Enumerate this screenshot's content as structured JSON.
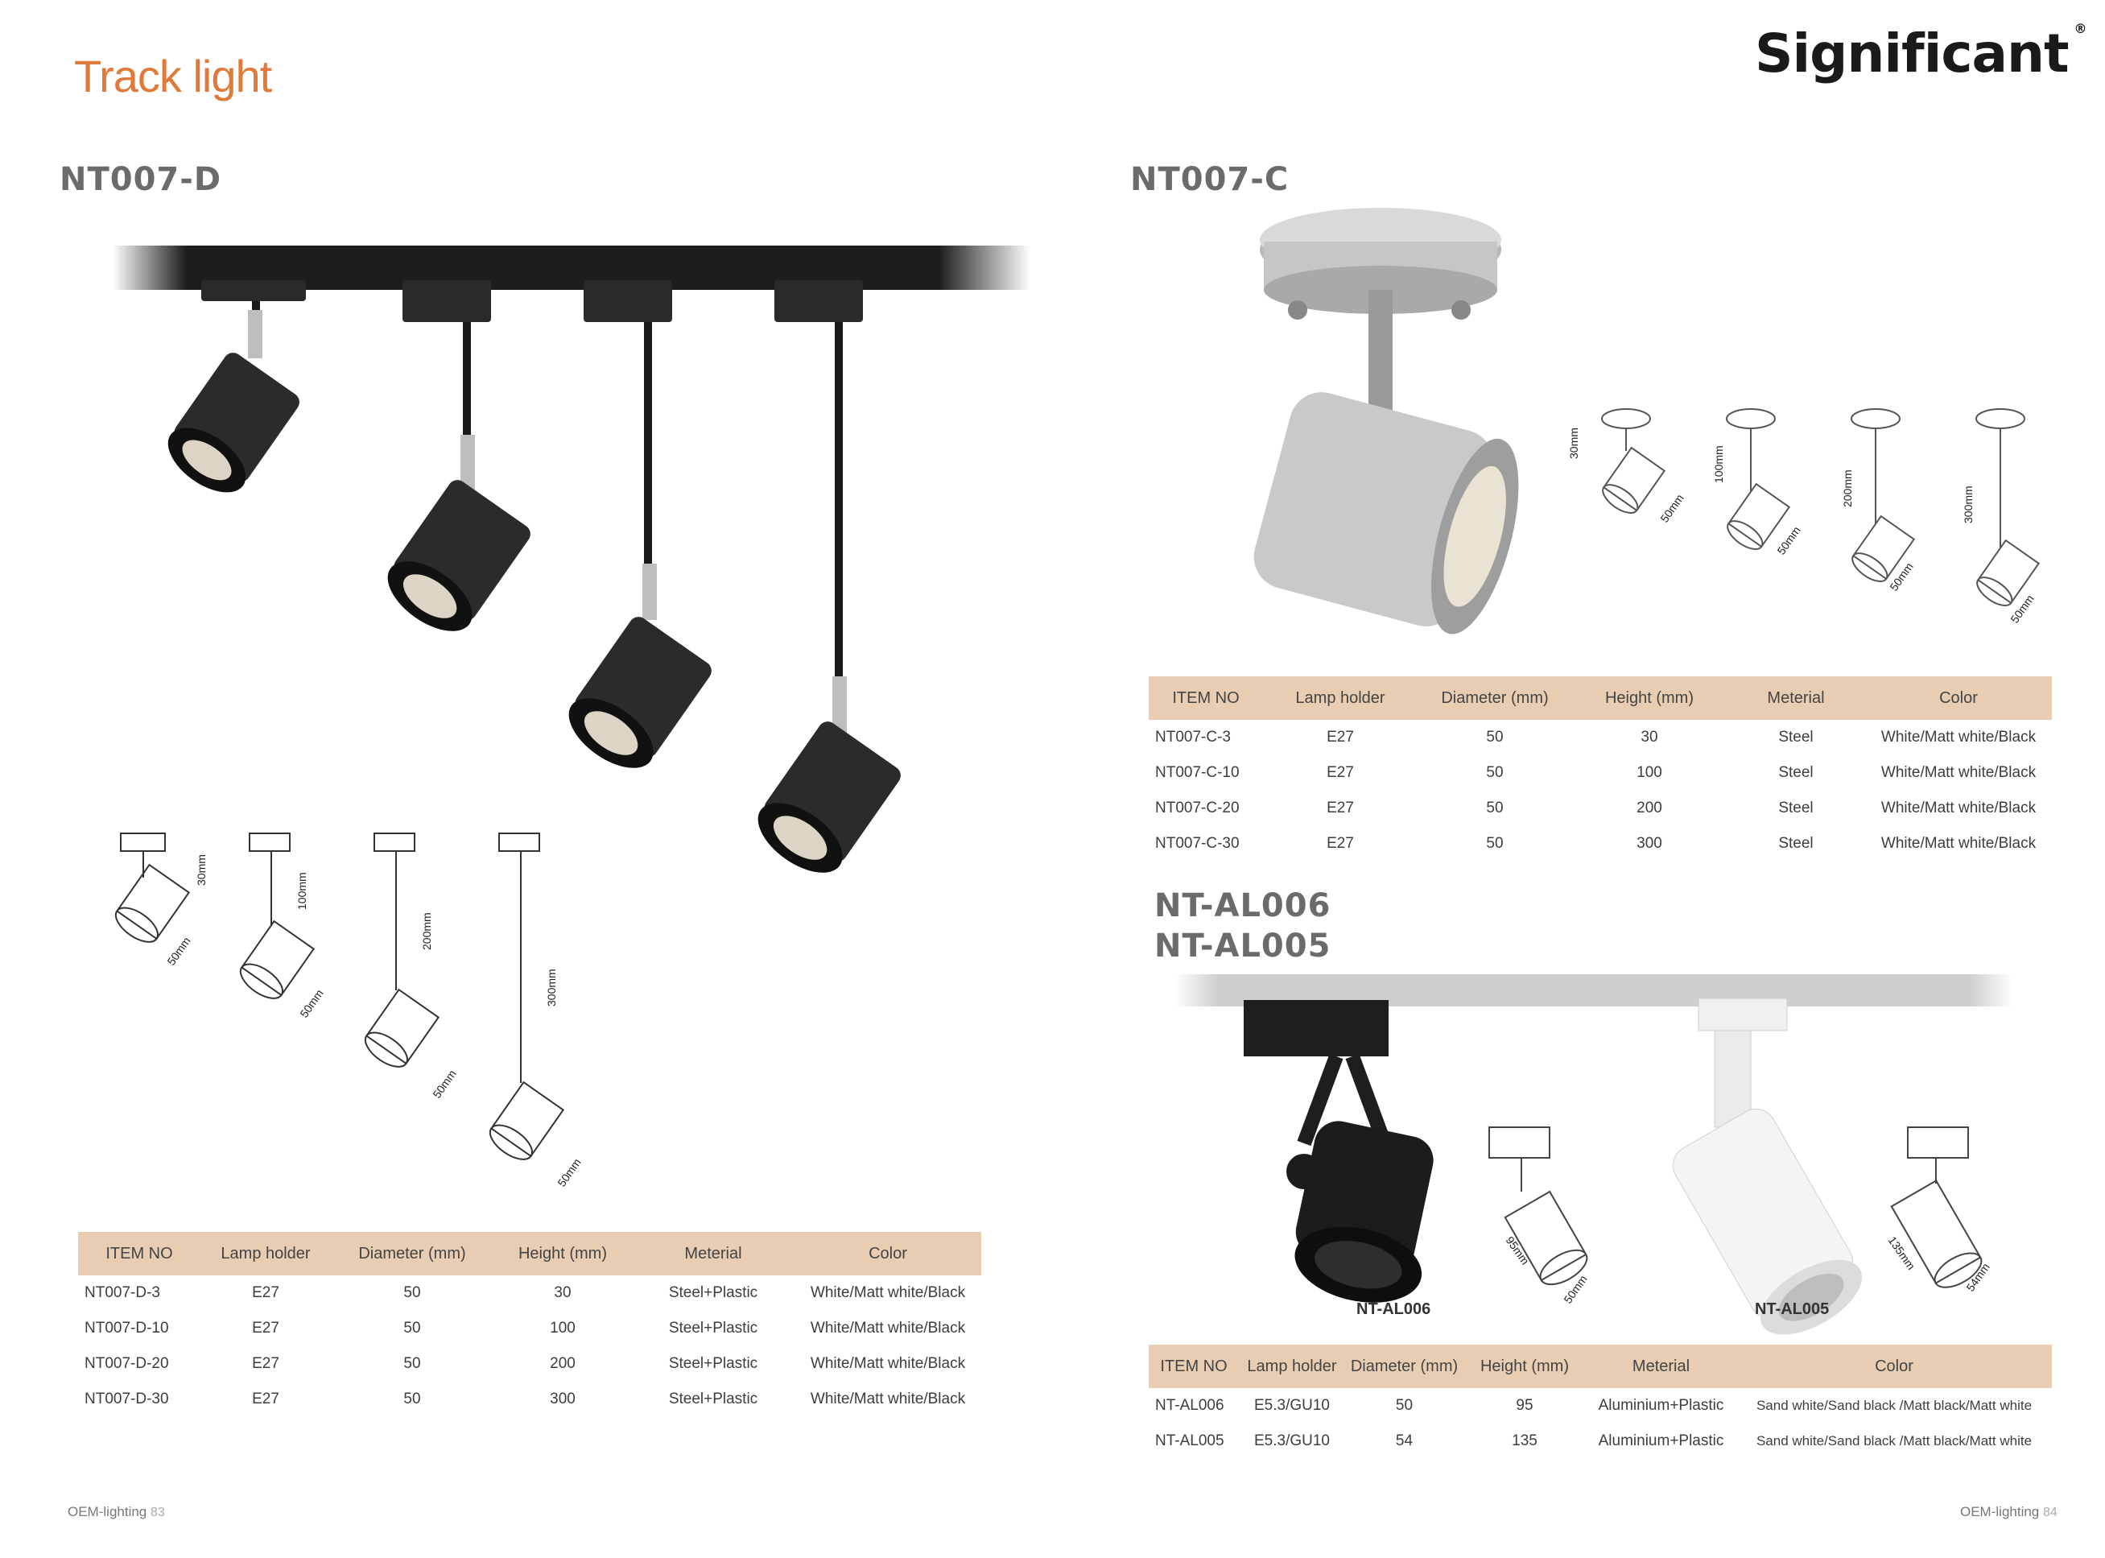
{
  "header": {
    "section_title": "Track light",
    "brand": "Significant",
    "brand_mark": "®"
  },
  "products": {
    "d": {
      "model": "NT007-D"
    },
    "c": {
      "model": "NT007-C"
    },
    "al": {
      "model_1": "NT-AL006",
      "model_2": "NT-AL005",
      "caption_1": "NT-AL006",
      "caption_2": "NT-AL005"
    }
  },
  "dimensions": {
    "d": [
      "30mm",
      "50mm",
      "100mm",
      "50mm",
      "200mm",
      "50mm",
      "300mm",
      "50mm"
    ],
    "c": [
      "30mm",
      "50mm",
      "100mm",
      "50mm",
      "200mm",
      "50mm",
      "300mm",
      "50mm"
    ],
    "al": [
      "95mm",
      "50mm",
      "135mm",
      "54mm"
    ]
  },
  "table_d": {
    "headers": [
      "ITEM NO",
      "Lamp holder",
      "Diameter (mm)",
      "Height (mm)",
      "Meterial",
      "Color"
    ],
    "rows": [
      [
        "NT007-D-3",
        "E27",
        "50",
        "30",
        "Steel+Plastic",
        "White/Matt white/Black"
      ],
      [
        "NT007-D-10",
        "E27",
        "50",
        "100",
        "Steel+Plastic",
        "White/Matt white/Black"
      ],
      [
        "NT007-D-20",
        "E27",
        "50",
        "200",
        "Steel+Plastic",
        "White/Matt white/Black"
      ],
      [
        "NT007-D-30",
        "E27",
        "50",
        "300",
        "Steel+Plastic",
        "White/Matt white/Black"
      ]
    ]
  },
  "table_c": {
    "headers": [
      "ITEM NO",
      "Lamp holder",
      "Diameter (mm)",
      "Height (mm)",
      "Meterial",
      "Color"
    ],
    "rows": [
      [
        "NT007-C-3",
        "E27",
        "50",
        "30",
        "Steel",
        "White/Matt white/Black"
      ],
      [
        "NT007-C-10",
        "E27",
        "50",
        "100",
        "Steel",
        "White/Matt white/Black"
      ],
      [
        "NT007-C-20",
        "E27",
        "50",
        "200",
        "Steel",
        "White/Matt white/Black"
      ],
      [
        "NT007-C-30",
        "E27",
        "50",
        "300",
        "Steel",
        "White/Matt white/Black"
      ]
    ]
  },
  "table_al": {
    "headers": [
      "ITEM NO",
      "Lamp holder",
      "Diameter (mm)",
      "Height (mm)",
      "Meterial",
      "Color"
    ],
    "rows": [
      [
        "NT-AL006",
        "E5.3/GU10",
        "50",
        "95",
        "Aluminium+Plastic",
        "Sand white/Sand black /Matt black/Matt white"
      ],
      [
        "NT-AL005",
        "E5.3/GU10",
        "54",
        "135",
        "Aluminium+Plastic",
        "Sand white/Sand black /Matt black/Matt white"
      ]
    ]
  },
  "footer": {
    "left_label": "OEM-lighting",
    "left_page": "83",
    "right_label": "OEM-lighting",
    "right_page": "84"
  }
}
